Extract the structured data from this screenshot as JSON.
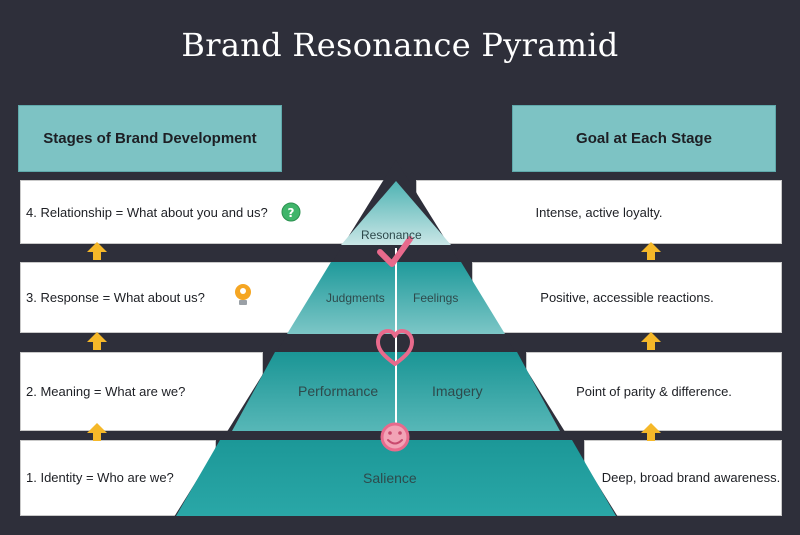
{
  "title": "Brand Resonance Pyramid",
  "headers": {
    "left": "Stages of Brand Development",
    "right": "Goal at Each Stage"
  },
  "stages": [
    {
      "level": "4",
      "label": "4. Relationship = What about you and us?",
      "goal": "Intense, active loyalty.",
      "icon": "question-icon"
    },
    {
      "level": "3",
      "label": "3. Response = What about us?",
      "goal": "Positive, accessible reactions.",
      "icon": "lightbulb-icon"
    },
    {
      "level": "2",
      "label": "2. Meaning = What are we?",
      "goal": "Point of parity & difference."
    },
    {
      "level": "1",
      "label": "1. Identity = Who are we?",
      "goal": "Deep, broad brand awareness."
    }
  ],
  "pyramid": {
    "resonance": "Resonance",
    "judgments": "Judgments",
    "feelings": "Feelings",
    "performance": "Performance",
    "imagery": "Imagery",
    "salience": "Salience"
  },
  "colors": {
    "background": "#2e2f3a",
    "header": "#7dc3c4",
    "pyramid_teal": "#1f9d9d",
    "pyramid_light": "#8cc9c9",
    "accent_pink": "#e86a8c",
    "arrow": "#f5b829"
  },
  "icons": [
    "check-icon",
    "heart-icon",
    "smiley-icon",
    "up-arrow-icon"
  ]
}
